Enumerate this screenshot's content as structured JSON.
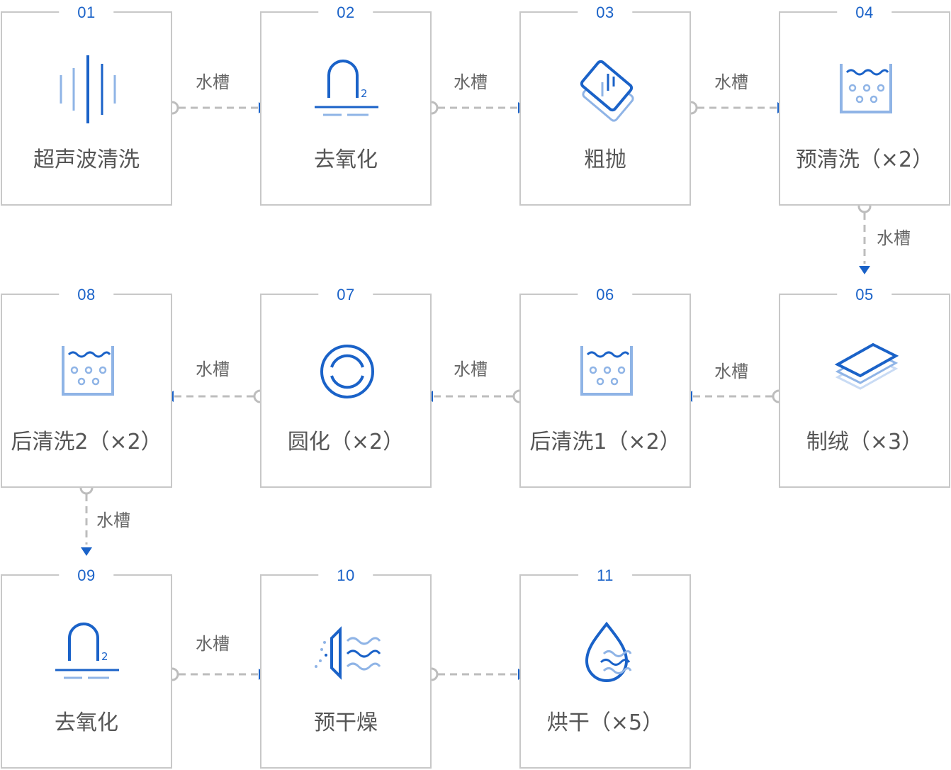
{
  "colors": {
    "accent": "#1a62c8",
    "light_accent": "#8fb4e6",
    "border": "#c8c8c8",
    "connector": "#bdbdbd",
    "text": "#555555"
  },
  "steps": [
    {
      "num": "01",
      "label": "超声波清洗",
      "icon": "ultrasonic-icon"
    },
    {
      "num": "02",
      "label": "去氧化",
      "icon": "deoxidize-icon"
    },
    {
      "num": "03",
      "label": "粗抛",
      "icon": "rough-polish-icon"
    },
    {
      "num": "04",
      "label": "预清洗（×2）",
      "icon": "water-tank-icon"
    },
    {
      "num": "05",
      "label": "制绒（×3）",
      "icon": "layers-icon"
    },
    {
      "num": "06",
      "label": "后清洗1（×2）",
      "icon": "water-tank-icon"
    },
    {
      "num": "07",
      "label": "圆化（×2）",
      "icon": "rounding-icon"
    },
    {
      "num": "08",
      "label": "后清洗2（×2）",
      "icon": "water-tank-icon"
    },
    {
      "num": "09",
      "label": "去氧化",
      "icon": "deoxidize-icon"
    },
    {
      "num": "10",
      "label": "预干燥",
      "icon": "pre-dry-icon"
    },
    {
      "num": "11",
      "label": "烘干（×5）",
      "icon": "dry-icon"
    }
  ],
  "oxide_subscript": "2",
  "connectors": [
    {
      "from": "01",
      "to": "02",
      "label": "水槽"
    },
    {
      "from": "02",
      "to": "03",
      "label": "水槽"
    },
    {
      "from": "03",
      "to": "04",
      "label": "水槽"
    },
    {
      "from": "04",
      "to": "05",
      "label": "水槽"
    },
    {
      "from": "05",
      "to": "06",
      "label": "水槽"
    },
    {
      "from": "06",
      "to": "07",
      "label": "水槽"
    },
    {
      "from": "07",
      "to": "08",
      "label": "水槽"
    },
    {
      "from": "08",
      "to": "09",
      "label": "水槽"
    },
    {
      "from": "09",
      "to": "10",
      "label": "水槽"
    },
    {
      "from": "10",
      "to": "11",
      "label": ""
    }
  ]
}
